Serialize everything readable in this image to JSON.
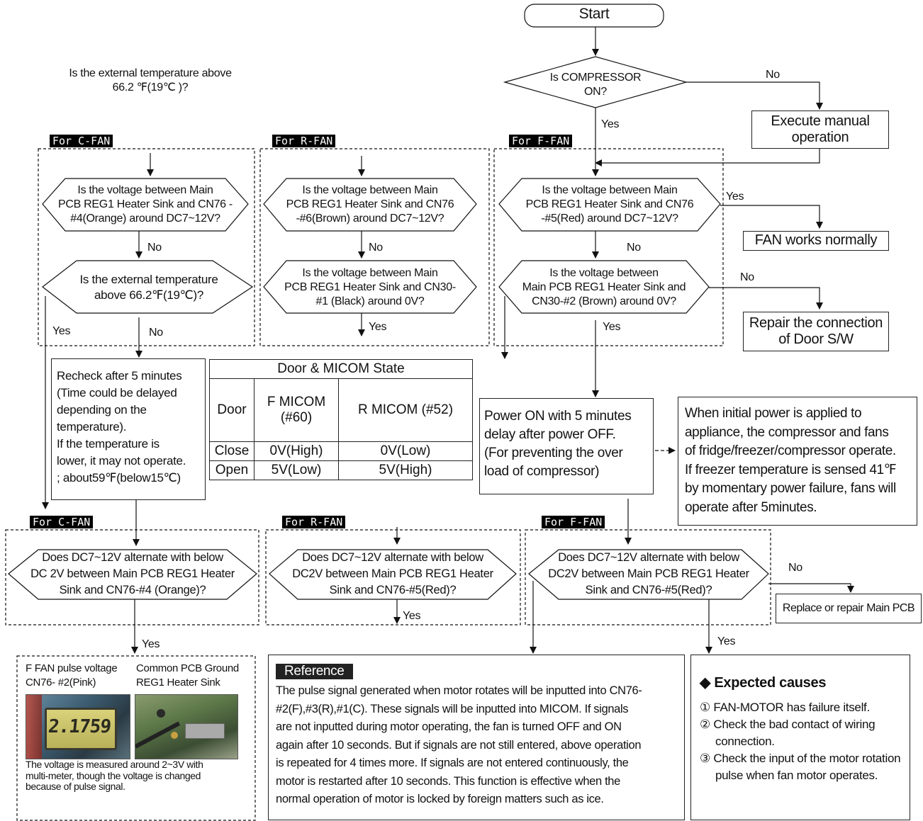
{
  "intro_question": [
    "Is the external temperature above",
    "66.2 ℉(19℃ )?"
  ],
  "start": "Start",
  "compressor_q": [
    "Is COMPRESSOR",
    "ON?"
  ],
  "no": "No",
  "yes": "Yes",
  "manual": [
    "Execute manual",
    "operation"
  ],
  "fan_ok": "FAN works normally",
  "repair_door": [
    "Repair the connection",
    "of Door S/W"
  ],
  "labels": {
    "c_fan": "For C-FAN",
    "r_fan": "For R-FAN",
    "f_fan": "For F-FAN"
  },
  "c_q1": [
    "Is the voltage between Main",
    "PCB REG1 Heater Sink and CN76 -",
    "#4(Orange) around DC7~12V?"
  ],
  "c_q2": [
    "Is the external temperature",
    "above 66.2℉(19℃)?"
  ],
  "r_q1": [
    "Is the voltage between Main",
    "PCB REG1 Heater Sink and CN76",
    "-#6(Brown) around DC7~12V?"
  ],
  "r_q2": [
    "Is the voltage between Main",
    "PCB REG1 Heater Sink and CN30-",
    "#1 (Black) around 0V?"
  ],
  "f_q1": [
    "Is the voltage between Main",
    "PCB REG1 Heater Sink and CN76",
    "-#5(Red) around DC7~12V?"
  ],
  "f_q2": [
    "Is the voltage between",
    "Main PCB REG1 Heater Sink and",
    "CN30-#2 (Brown) around 0V?"
  ],
  "recheck": [
    "Recheck after 5 minutes",
    "(Time could be delayed",
    "depending on the",
    "temperature).",
    "If the temperature is",
    "lower, it may not operate.",
    "; about59℉(below15℃)"
  ],
  "door_table": {
    "title": "Door & MICOM State",
    "headers": [
      "Door",
      "F MICOM (#60)",
      "R MICOM (#52)"
    ],
    "rows": [
      [
        "Close",
        "0V(High)",
        "0V(Low)"
      ],
      [
        "Open",
        "5V(Low)",
        "5V(High)"
      ]
    ]
  },
  "power_box": [
    "Power ON with 5 minutes",
    "delay after power OFF.",
    "(For preventing the over",
    "load of compressor)"
  ],
  "initial_box": [
    "When initial power is applied to",
    "appliance, the compressor and fans",
    "of fridge/freezer/compressor operate.",
    "If freezer temperature is sensed 41℉",
    "by momentary power failure, fans will",
    "operate after 5minutes."
  ],
  "c_q3": [
    "Does DC7~12V alternate with below",
    "DC 2V between Main PCB REG1 Heater",
    "Sink and CN76-#4 (Orange)?"
  ],
  "r_q3": [
    "Does DC7~12V alternate with below",
    "DC2V between Main PCB REG1 Heater",
    "Sink and CN76-#5(Red)?"
  ],
  "f_q3": [
    "Does DC7~12V alternate with below",
    "DC2V between Main PCB REG1 Heater",
    "Sink and CN76-#5(Red)?"
  ],
  "replace_pcb": "Replace or repair Main PCB",
  "photos": {
    "left_caption": [
      "F FAN pulse voltage",
      "CN76- #2(Pink)"
    ],
    "right_caption": [
      "Common PCB Ground",
      "REG1 Heater Sink"
    ],
    "meter_reading": "2.1759",
    "note": [
      "The voltage is measured around 2~3V with",
      "multi-meter, though the voltage is changed",
      "because of pulse signal."
    ]
  },
  "reference": {
    "title": "Reference",
    "lines": [
      "The pulse signal generated when motor rotates will be inputted into CN76-",
      "#2(F),#3(R),#1(C). These signals will be inputted into MICOM. If signals",
      "are not inputted during motor operating, the fan is turned OFF and ON",
      "again after 10 seconds. But if signals are not still entered, above operation",
      "is repeated for 4 times more. If signals are not entered continuously, the",
      "motor is restarted after 10 seconds. This function is effective when the",
      "normal operation of motor is locked by foreign matters such as ice."
    ]
  },
  "causes": {
    "title": "◆ Expected causes",
    "items": [
      "① FAN-MOTOR has failure itself.",
      "② Check the bad contact of wiring connection.",
      "③ Check the input of the motor rotation pulse when fan motor operates."
    ]
  }
}
